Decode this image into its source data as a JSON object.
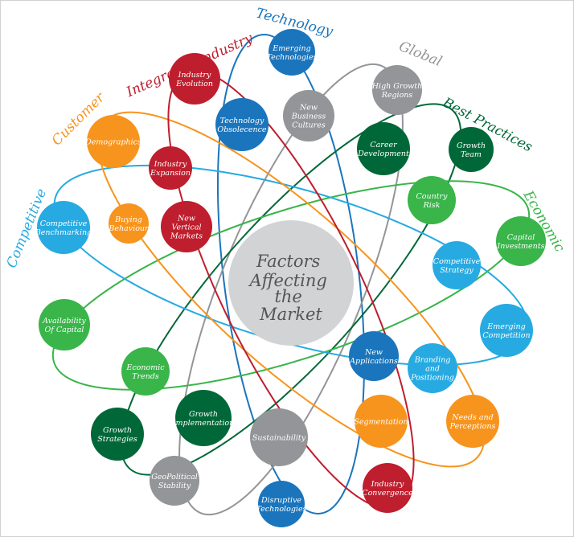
{
  "center": {
    "lines": [
      "Factors",
      "Affecting",
      "the",
      "Market"
    ]
  },
  "categories": [
    {
      "id": "technology",
      "label": "Technology",
      "color": "#1b75bc",
      "nodes": [
        {
          "lines": [
            "Emerging",
            "Technologies"
          ]
        },
        {
          "lines": [
            "Technology",
            "Obsolecence"
          ]
        },
        {
          "lines": [
            "New",
            "Applications"
          ]
        },
        {
          "lines": [
            "Disruptive",
            "Technologies"
          ]
        }
      ]
    },
    {
      "id": "global",
      "label": "Global",
      "color": "#939598",
      "nodes": [
        {
          "lines": [
            "High Growth",
            "Regions"
          ]
        },
        {
          "lines": [
            "New",
            "Business",
            "Cultures"
          ]
        },
        {
          "lines": [
            "Sustainability"
          ]
        },
        {
          "lines": [
            "GeoPolitical",
            "Stability"
          ]
        }
      ]
    },
    {
      "id": "best-practices",
      "label": "Best Practices",
      "color": "#006838",
      "nodes": [
        {
          "lines": [
            "Career",
            "Development"
          ]
        },
        {
          "lines": [
            "Growth",
            "Team"
          ]
        },
        {
          "lines": [
            "Growth",
            "Implementation"
          ]
        },
        {
          "lines": [
            "Growth",
            "Strategies"
          ]
        }
      ]
    },
    {
      "id": "economic",
      "label": "Economic",
      "color": "#39b54a",
      "nodes": [
        {
          "lines": [
            "Country",
            "Risk"
          ]
        },
        {
          "lines": [
            "Capital",
            "Investments"
          ]
        },
        {
          "lines": [
            "Availability",
            "Of Capital"
          ]
        },
        {
          "lines": [
            "Economic",
            "Trends"
          ]
        }
      ]
    },
    {
      "id": "competitive",
      "label": "Competitive",
      "color": "#27aae1",
      "nodes": [
        {
          "lines": [
            "Competitive",
            "Benchmarking"
          ]
        },
        {
          "lines": [
            "Competitive",
            "Strategy"
          ]
        },
        {
          "lines": [
            "Emerging",
            "Competition"
          ]
        },
        {
          "lines": [
            "Branding",
            "and",
            "Positioning"
          ]
        }
      ]
    },
    {
      "id": "customer",
      "label": "Customer",
      "color": "#f7941d",
      "nodes": [
        {
          "lines": [
            "Demographics"
          ]
        },
        {
          "lines": [
            "Buying",
            "Behaviour"
          ]
        },
        {
          "lines": [
            "Segmentation"
          ]
        },
        {
          "lines": [
            "Needs and",
            "Perceptions"
          ]
        }
      ]
    },
    {
      "id": "integrated-industry",
      "label": "Integrated Industry",
      "color": "#be1e2d",
      "nodes": [
        {
          "lines": [
            "Industry",
            "Evolution"
          ]
        },
        {
          "lines": [
            "Industry",
            "Expansion"
          ]
        },
        {
          "lines": [
            "New",
            "Vertical",
            "Markets"
          ]
        },
        {
          "lines": [
            "Industry",
            "Convergence"
          ]
        }
      ]
    }
  ]
}
